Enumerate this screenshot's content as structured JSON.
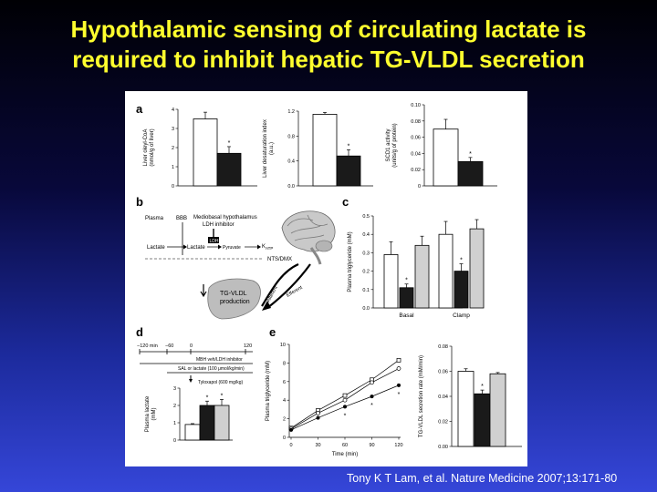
{
  "slide": {
    "title_line1": "Hypothalamic sensing of circulating lactate is",
    "title_line2": "required to inhibit hepatic TG-VLDL secretion",
    "citation": "Tony K T Lam, et al. Nature Medicine 2007;13:171-80",
    "colors": {
      "title": "#ffff2e",
      "background_top": "#000004",
      "background_bottom": "#3546d8"
    }
  },
  "panels": {
    "a": "a",
    "b": "b",
    "c": "c",
    "d": "d",
    "e": "e",
    "asterisk": "*"
  },
  "chart_data": [
    {
      "id": "a1",
      "type": "bar",
      "ylabel": "Liver oleyl-CoA (nmol/g of liver)",
      "ylabel_line1": "Liver oleyl-CoA",
      "ylabel_line2": "(nmol/g of liver)",
      "ylim": [
        0,
        4
      ],
      "yticks": [
        "0",
        "1",
        "2",
        "3",
        "4"
      ],
      "values": [
        3.5,
        1.7
      ],
      "errors": [
        0.35,
        0.35
      ],
      "fills": [
        "white",
        "black"
      ],
      "sig": [
        false,
        true
      ]
    },
    {
      "id": "a2",
      "type": "bar",
      "ylabel": "Liver desaturation index (a.u.)",
      "ylabel_line1": "Liver desaturation index",
      "ylabel_line2": "(a.u.)",
      "ylim": [
        0,
        1.2
      ],
      "yticks": [
        "0.0",
        "0.4",
        "0.8",
        "1.2"
      ],
      "values": [
        1.15,
        0.48
      ],
      "errors": [
        0.03,
        0.1
      ],
      "fills": [
        "white",
        "black"
      ],
      "sig": [
        false,
        true
      ]
    },
    {
      "id": "a3",
      "type": "bar",
      "ylabel": "SCD1 activity (units/g of protein)",
      "ylabel_line1": "SCD1 activity",
      "ylabel_line2": "(units/g of protein)",
      "ylim": [
        0,
        0.1
      ],
      "yticks": [
        "0",
        "0.02",
        "0.04",
        "0.06",
        "0.08",
        "0.10"
      ],
      "values": [
        0.07,
        0.03
      ],
      "errors": [
        0.012,
        0.005
      ],
      "fills": [
        "white",
        "black"
      ],
      "sig": [
        false,
        true
      ]
    },
    {
      "id": "c",
      "type": "bar",
      "ylabel": "Plasma triglyceride (mM)",
      "ylim": [
        0,
        0.5
      ],
      "yticks": [
        "0.0",
        "0.1",
        "0.2",
        "0.3",
        "0.4",
        "0.5"
      ],
      "categories": [
        "Basal",
        "Clamp"
      ],
      "series": [
        {
          "values": [
            0.29,
            0.4
          ],
          "errors": [
            0.07,
            0.07
          ],
          "fill": "white"
        },
        {
          "values": [
            0.11,
            0.2
          ],
          "errors": [
            0.02,
            0.04
          ],
          "fill": "black",
          "sig": [
            true,
            true
          ]
        },
        {
          "values": [
            0.34,
            0.43
          ],
          "errors": [
            0.05,
            0.05
          ],
          "fill": "lightgray"
        }
      ]
    },
    {
      "id": "d",
      "type": "bar",
      "ylabel": "Plasma lactate (mM)",
      "ylabel_line1": "Plasma lactate",
      "ylabel_line2": "(mM)",
      "ylim": [
        0,
        3
      ],
      "yticks": [
        "0",
        "1",
        "2",
        "3"
      ],
      "values": [
        0.9,
        2.0,
        2.0
      ],
      "errors": [
        0.05,
        0.25,
        0.35
      ],
      "fills": [
        "white",
        "black",
        "lightgray"
      ],
      "sig": [
        false,
        true,
        true
      ]
    },
    {
      "id": "e1",
      "type": "line",
      "xlabel": "Time (min)",
      "ylabel": "Plasma triglyceride (mM)",
      "xlim": [
        0,
        120
      ],
      "ylim": [
        0,
        10
      ],
      "xticks": [
        "0",
        "30",
        "60",
        "90",
        "120"
      ],
      "yticks": [
        "0",
        "2",
        "4",
        "6",
        "8",
        "10"
      ],
      "x": [
        0,
        30,
        60,
        90,
        120
      ],
      "series": [
        {
          "marker": "open-square",
          "values": [
            1.0,
            2.9,
            4.5,
            6.2,
            8.3
          ]
        },
        {
          "marker": "open-circle",
          "values": [
            0.9,
            2.6,
            4.0,
            5.9,
            7.4
          ]
        },
        {
          "marker": "filled-circle",
          "values": [
            0.8,
            2.1,
            3.3,
            4.4,
            5.6
          ],
          "sig": [
            false,
            false,
            true,
            true,
            true
          ]
        }
      ]
    },
    {
      "id": "e2",
      "type": "bar",
      "ylabel": "TG-VLDL secretion rate (mM/min)",
      "ylim": [
        0,
        0.08
      ],
      "yticks": [
        "0.00",
        "0.02",
        "0.04",
        "0.06",
        "0.08"
      ],
      "values": [
        0.06,
        0.042,
        0.058
      ],
      "errors": [
        0.002,
        0.003,
        0.001
      ],
      "fills": [
        "white",
        "black",
        "lightgray"
      ],
      "sig": [
        false,
        true,
        false
      ]
    }
  ],
  "diagram_b": {
    "plasma": "Plasma",
    "bbb": "BBB",
    "mbh": "Mediobasal hypothalamus",
    "ldh_inhibitor": "LDH inhibitor",
    "ldh": "LDH",
    "lactate": "Lactate",
    "pyruvate": "Pyruvate",
    "katp": "K",
    "katp_sub": "ATP",
    "nts_dmx": "NTS/DMX",
    "afferent": "Afferent",
    "efferent": "Efferent",
    "tg_vldl": "TG-VLDL",
    "production": "production"
  },
  "protocol_d": {
    "t_minus120": "−120 min",
    "t_minus60": "−60",
    "t_0": "0",
    "t_120": "120",
    "mbh_veh": "MBH veh/LDH inhibitor",
    "sal_lactate": "SAL or lactate (100 μmol/kg/min)",
    "tyloxapol": "Tyloxapol (600 mg/kg)"
  }
}
